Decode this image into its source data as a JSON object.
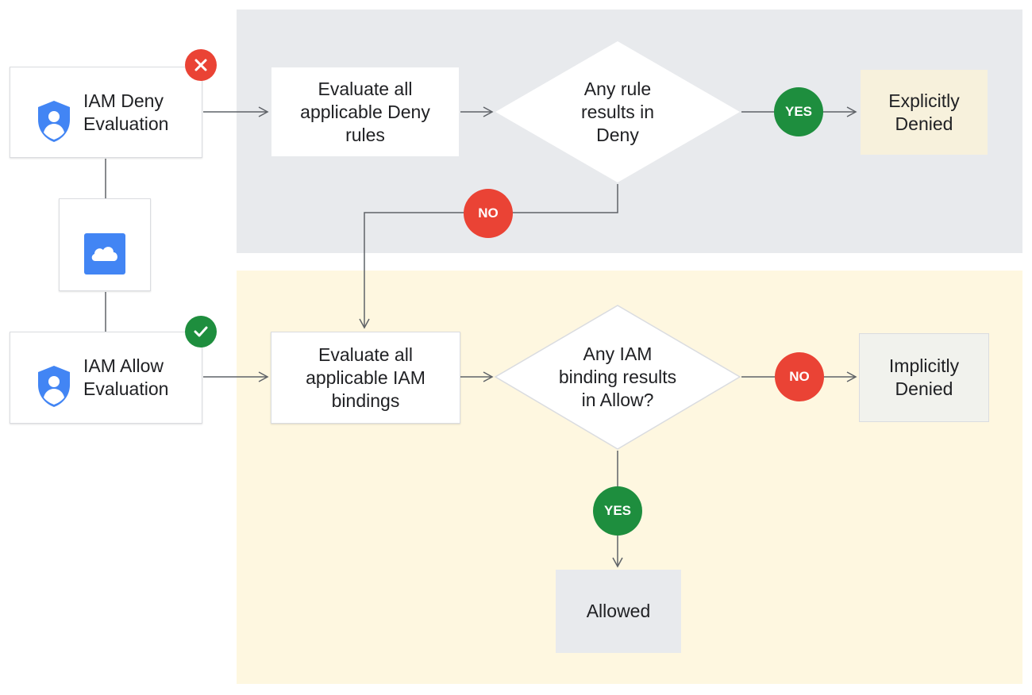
{
  "entries": {
    "deny": {
      "label": "IAM Deny\nEvaluation",
      "status_icon": "x-icon",
      "status_color": "#ea4335"
    },
    "allow": {
      "label": "IAM Allow\nEvaluation",
      "status_icon": "check-icon",
      "status_color": "#1e8e3e"
    },
    "resource_icon": "cloud-icon",
    "shield_icon": "shield-person-icon",
    "accent": "#4285f4"
  },
  "deny_flow": {
    "step": "Evaluate all\napplicable Deny\nrules",
    "decision": "Any rule\nresults in\nDeny",
    "yes_label": "YES",
    "no_label": "NO",
    "outcome": "Explicitly\nDenied"
  },
  "allow_flow": {
    "step": "Evaluate all\napplicable IAM\nbindings",
    "decision": "Any IAM\nbinding results\nin Allow?",
    "no_label": "NO",
    "yes_label": "YES",
    "implicit_outcome": "Implicitly\nDenied",
    "allowed_outcome": "Allowed"
  },
  "colors": {
    "deny_zone": "#e8eaed",
    "allow_zone": "#fef7e0",
    "yes": "#1e8e3e",
    "no": "#ea4335",
    "line": "#5f6368"
  }
}
